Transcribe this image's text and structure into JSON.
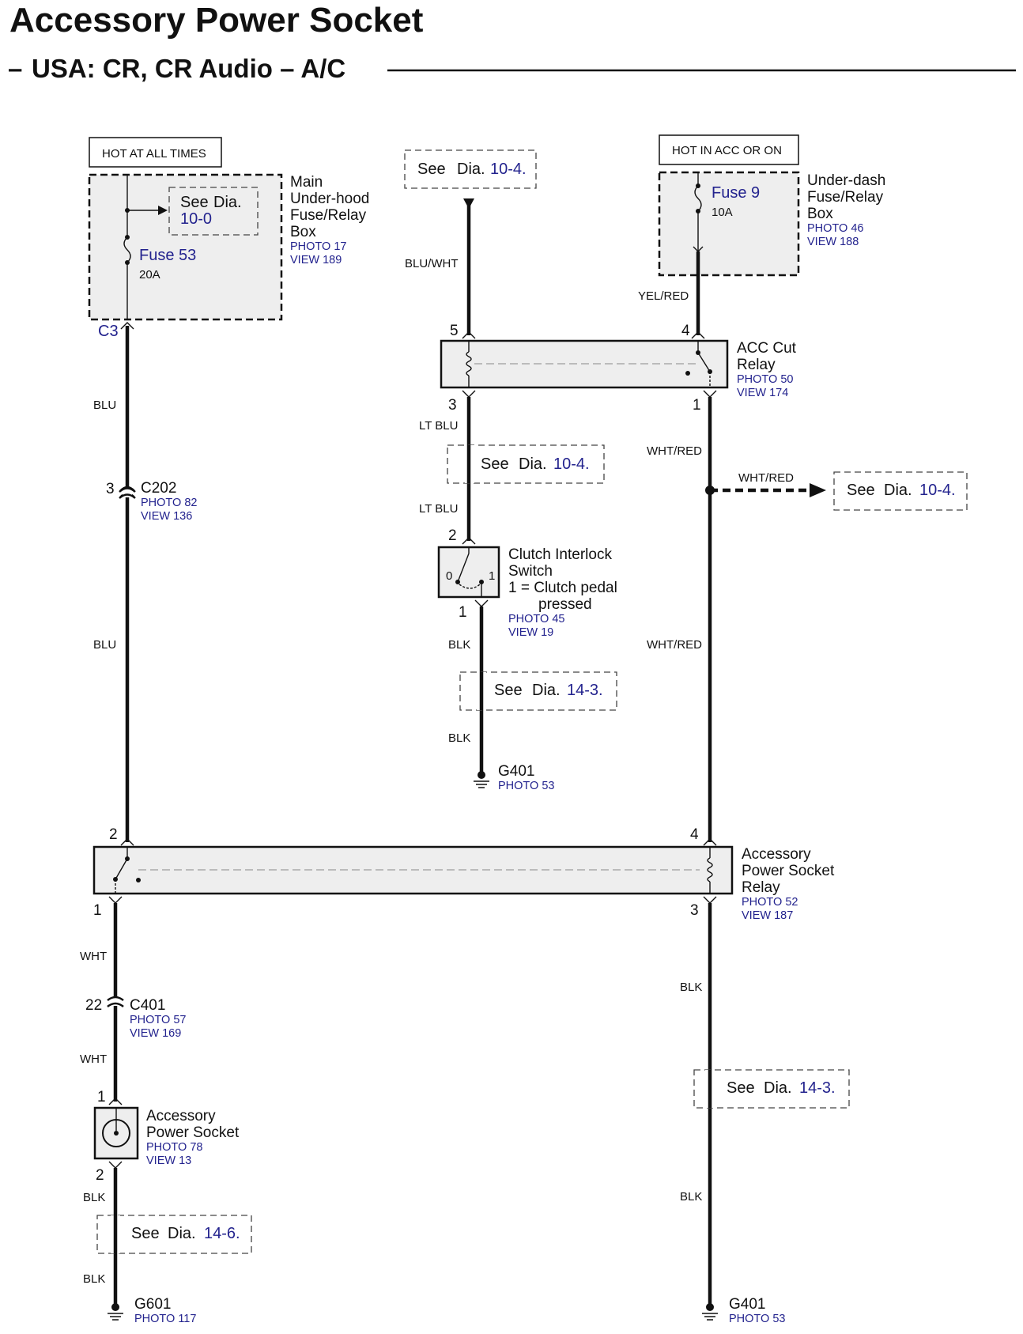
{
  "title": "Accessory Power Socket",
  "subtitle": "USA: CR, CR Audio – A/C",
  "subtitle_dash": "–",
  "hot_labels": {
    "left": "HOT AT ALL TIMES",
    "right": "HOT IN ACC OR ON"
  },
  "main_fuse_box": {
    "name_lines": [
      "Main",
      "Under-hood",
      "Fuse/Relay",
      "Box"
    ],
    "photo": "PHOTO 17",
    "view": "VIEW 189",
    "fuse_label": "Fuse 53",
    "fuse_rating": "20A",
    "see_word": "See",
    "see_dia": "Dia.",
    "see_ref": "10-0",
    "connector": "C3"
  },
  "underdash_fuse_box": {
    "name_lines": [
      "Under-dash",
      "Fuse/Relay",
      "Box"
    ],
    "photo": "PHOTO 46",
    "view": "VIEW 188",
    "fuse_label": "Fuse 9",
    "fuse_rating": "10A"
  },
  "acc_cut_relay": {
    "name_lines": [
      "ACC Cut",
      "Relay"
    ],
    "photo": "PHOTO 50",
    "view": "VIEW 174",
    "pins": {
      "top_left": "5",
      "top_right": "4",
      "bottom_left": "3",
      "bottom_right": "1"
    }
  },
  "connector_c202": {
    "name": "C202",
    "pin": "3",
    "photo": "PHOTO 82",
    "view": "VIEW 136"
  },
  "clutch_switch": {
    "name_lines": [
      "Clutch Interlock",
      "Switch"
    ],
    "note_line1": "1 =  Clutch pedal",
    "note_line2": "pressed",
    "photo": "PHOTO 45",
    "view": "VIEW 19",
    "pin_top": "2",
    "pin_bottom": "1",
    "pos0": "0",
    "pos1": "1"
  },
  "ground_g401_mid": {
    "name": "G401",
    "photo": "PHOTO 53"
  },
  "socket_relay": {
    "name_lines": [
      "Accessory",
      "Power Socket",
      "Relay"
    ],
    "photo": "PHOTO 52",
    "view": "VIEW 187",
    "pins": {
      "top_left": "2",
      "top_right": "4",
      "bottom_left": "1",
      "bottom_right": "3"
    }
  },
  "connector_c401": {
    "name": "C401",
    "pin": "22",
    "photo": "PHOTO 57",
    "view": "VIEW 169"
  },
  "power_socket": {
    "name_lines": [
      "Accessory",
      "Power Socket"
    ],
    "photo": "PHOTO 78",
    "view": "VIEW 13",
    "pin_top": "1",
    "pin_bottom": "2"
  },
  "ground_g601": {
    "name": "G601",
    "photo": "PHOTO 117"
  },
  "ground_g401_right": {
    "name": "G401",
    "photo": "PHOTO 53"
  },
  "wire_colors": {
    "blu_top": "BLU",
    "blu_bottom": "BLU",
    "blu_wht": "BLU/WHT",
    "yel_red": "YEL/RED",
    "lt_blu_1": "LT BLU",
    "lt_blu_2": "LT BLU",
    "wht_red_1": "WHT/RED",
    "wht_red_branch": "WHT/RED",
    "wht_red_2": "WHT/RED",
    "blk_clutch_1": "BLK",
    "blk_clutch_2": "BLK",
    "wht_1": "WHT",
    "wht_2": "WHT",
    "blk_socket_1": "BLK",
    "blk_socket_2": "BLK",
    "blk_right_1": "BLK",
    "blk_right_2": "BLK"
  },
  "see_refs": {
    "top_middle": {
      "word": "See",
      "dia": "Dia.",
      "ref": "10-4."
    },
    "lt_blu": {
      "word": "See",
      "dia": "Dia.",
      "ref": "10-4."
    },
    "wht_red_branch": {
      "word": "See",
      "dia": "Dia.",
      "ref": "10-4."
    },
    "clutch_ground": {
      "word": "See",
      "dia": "Dia.",
      "ref": "14-3."
    },
    "right_ground": {
      "word": "See",
      "dia": "Dia.",
      "ref": "14-3."
    },
    "socket_ground": {
      "word": "See",
      "dia": "Dia.",
      "ref": "14-6."
    }
  },
  "colors": {
    "ink": "#111111",
    "reference_blue": "#23238e",
    "component_fill": "#eeeeee"
  }
}
